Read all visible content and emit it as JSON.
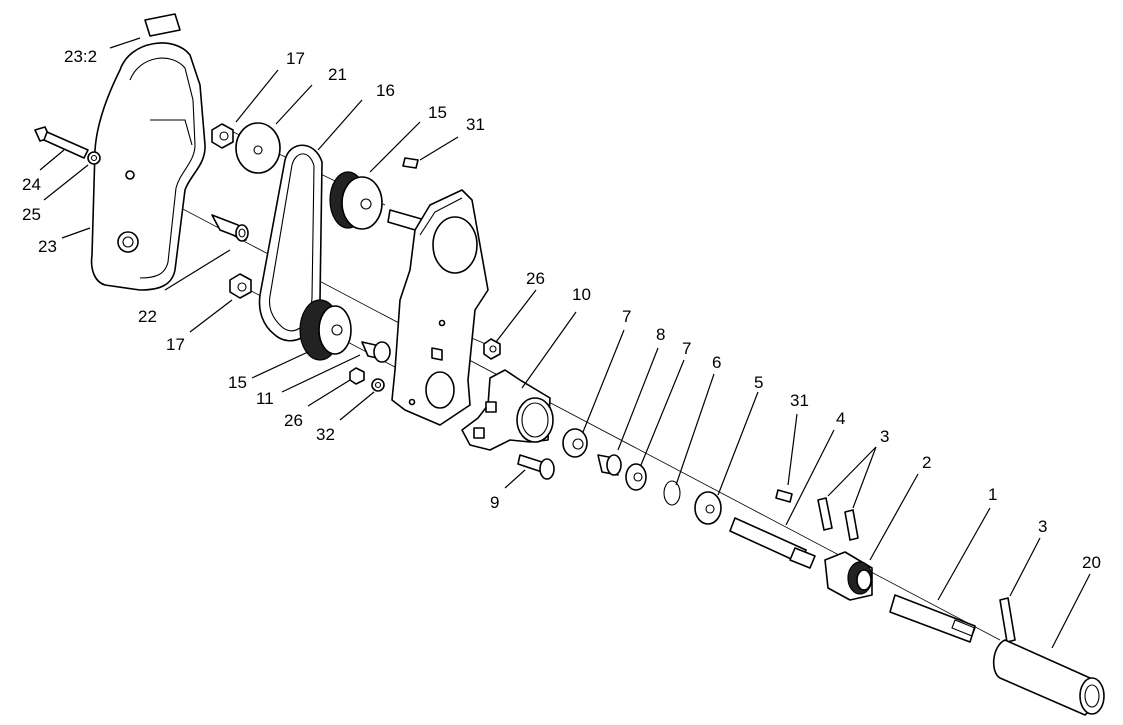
{
  "callouts": {
    "c23_2": "23:2",
    "c17_top": "17",
    "c21": "21",
    "c16": "16",
    "c15_top": "15",
    "c31_top": "31",
    "c24": "24",
    "c25": "25",
    "c23": "23",
    "c22": "22",
    "c17_bottom": "17",
    "c26_top": "26",
    "c10": "10",
    "c7_left": "7",
    "c8": "8",
    "c7_right": "7",
    "c6": "6",
    "c5": "5",
    "c31_bottom": "31",
    "c4": "4",
    "c3_top": "3",
    "c2": "2",
    "c1": "1",
    "c3_bottom": "3",
    "c20": "20",
    "c15_bottom": "15",
    "c11": "11",
    "c26_bottom": "26",
    "c32": "32",
    "c9": "9"
  }
}
